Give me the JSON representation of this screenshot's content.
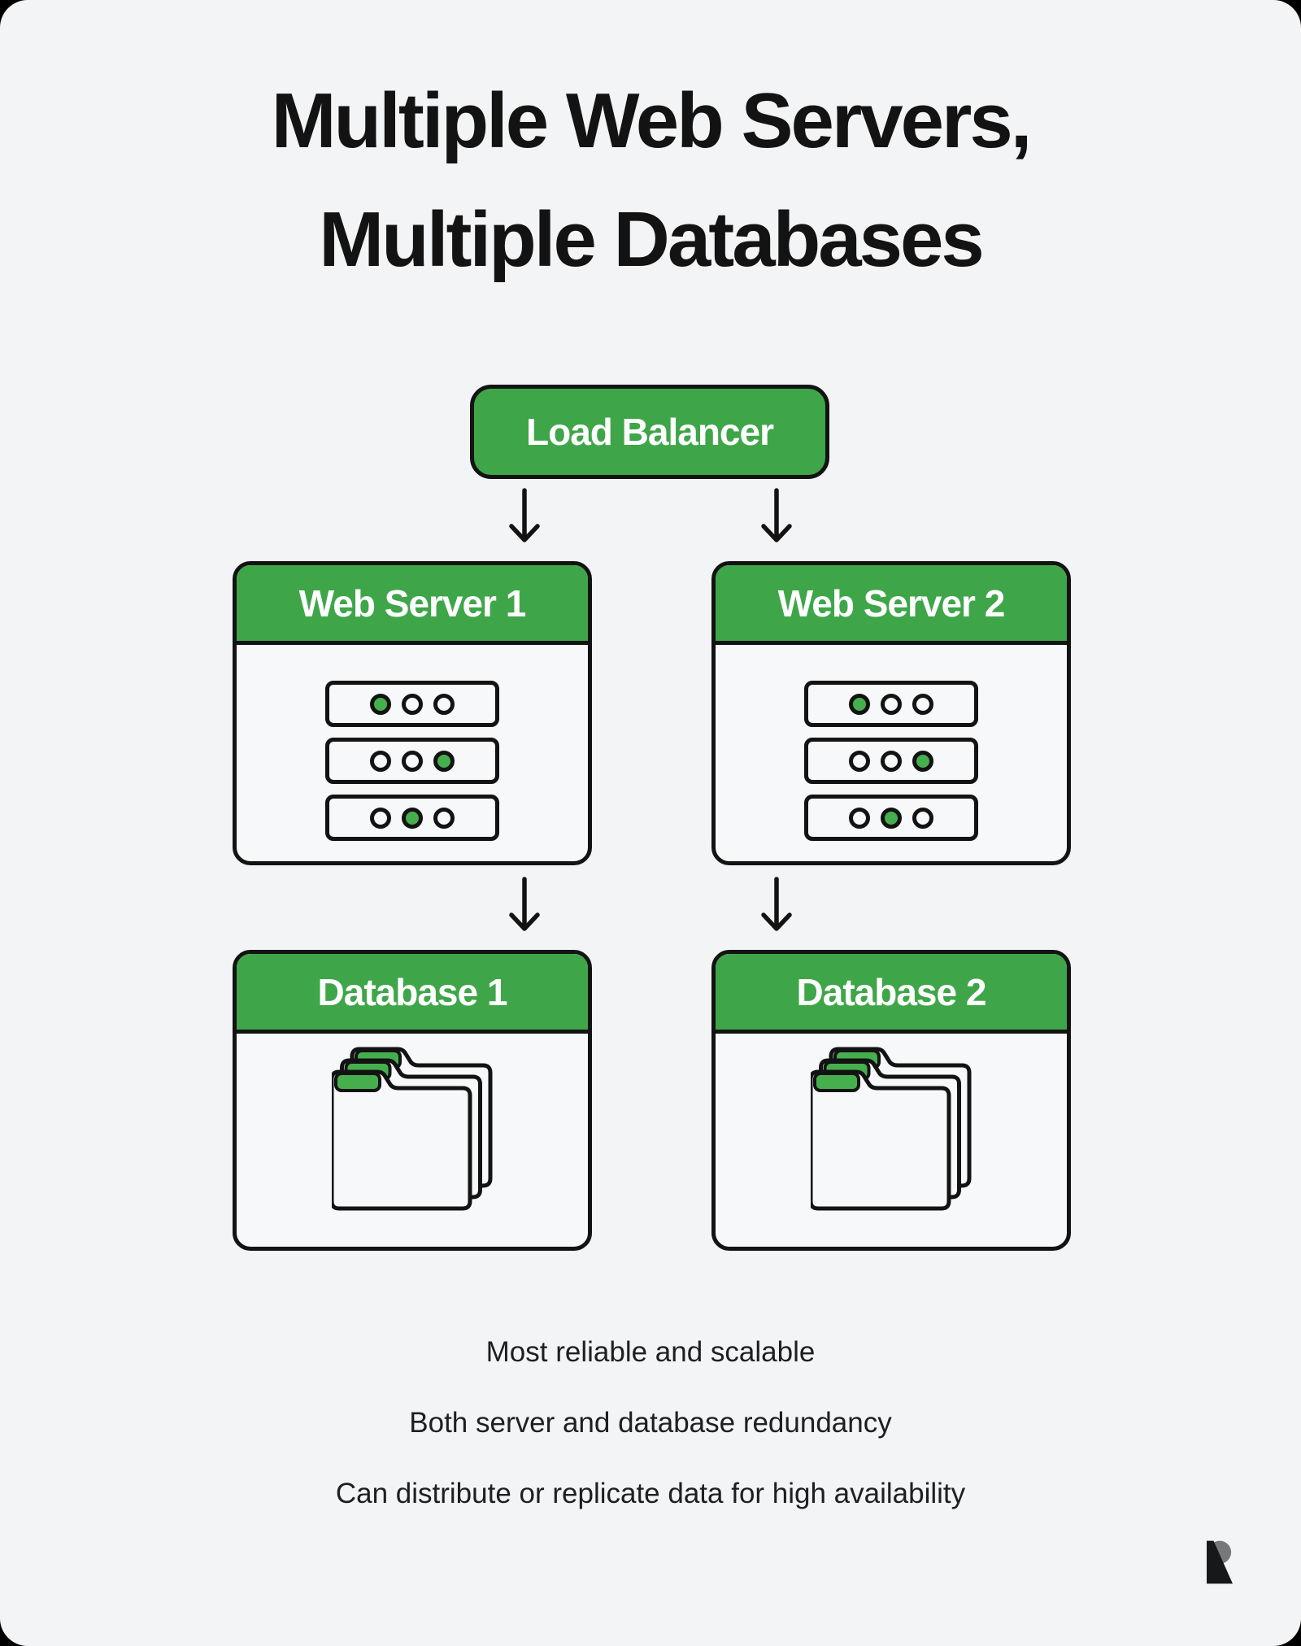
{
  "theme": {
    "outer_bg": "#000000",
    "page_bg": "#F3F4F5",
    "box_fill": "#F7F8F9",
    "ink": "#131313",
    "green": "#3EA649",
    "icon_green": "#46AF4D",
    "header_text": "#FFFFFF",
    "logo_gray": "#77787B"
  },
  "title": {
    "line1": "Multiple Web Servers,",
    "line2": "Multiple Databases"
  },
  "load_balancer": {
    "label": "Load Balancer"
  },
  "servers": [
    {
      "label": "Web Server 1",
      "rack_rows": [
        [
          1,
          0,
          0
        ],
        [
          0,
          0,
          1
        ],
        [
          0,
          1,
          0
        ]
      ]
    },
    {
      "label": "Web Server 2",
      "rack_rows": [
        [
          1,
          0,
          0
        ],
        [
          0,
          0,
          1
        ],
        [
          0,
          1,
          0
        ]
      ]
    }
  ],
  "databases": [
    {
      "label": "Database 1"
    },
    {
      "label": "Database 2"
    }
  ],
  "notes": [
    "Most reliable and scalable",
    "Both server and database redundancy",
    "Can distribute or replicate data for high availability"
  ],
  "logo": {
    "letter": "R"
  }
}
